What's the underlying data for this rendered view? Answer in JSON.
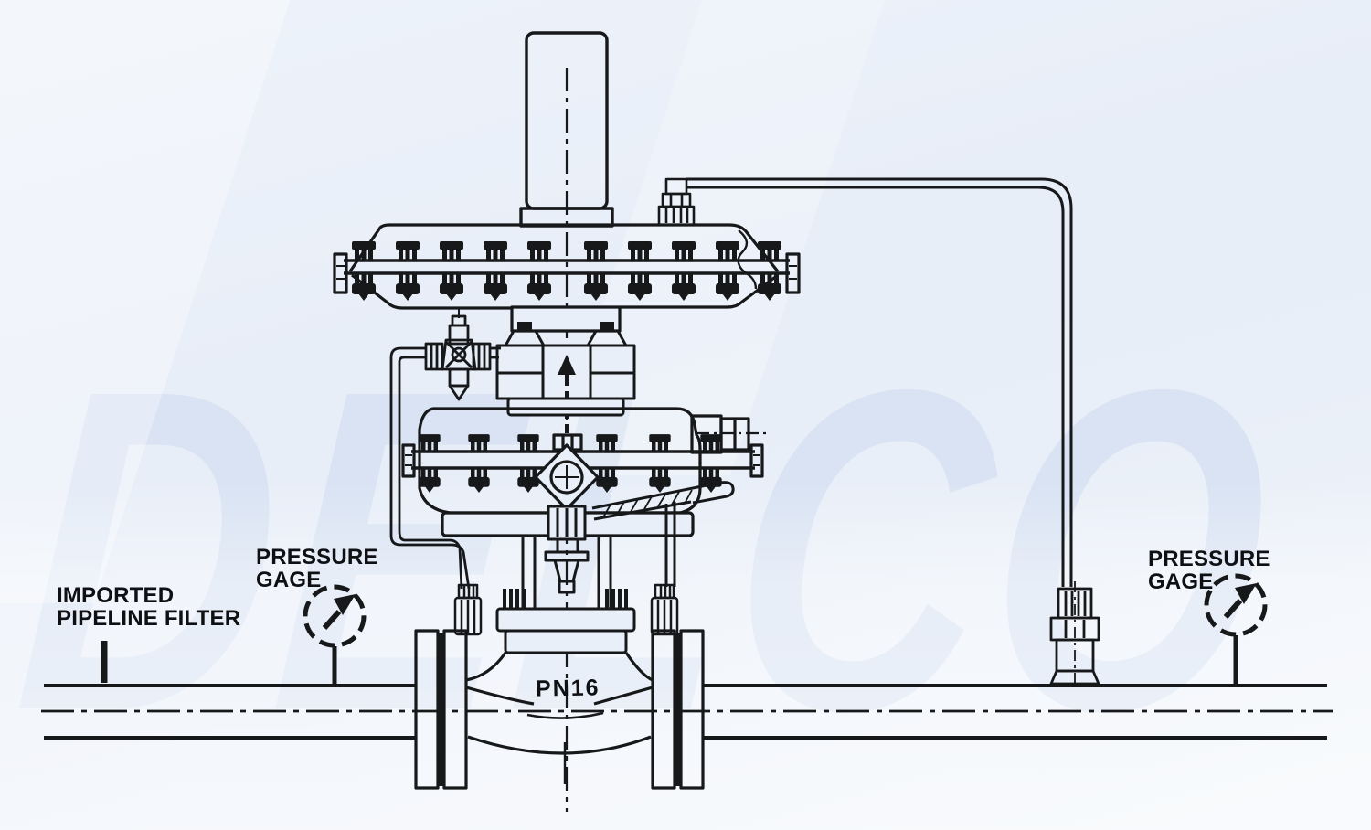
{
  "watermark": {
    "text": "DELCO"
  },
  "labels": {
    "pipeline_filter": {
      "line1": "IMPORTED",
      "line2": "PIPELINE FILTER"
    },
    "pressure_gage_left": {
      "line1": "PRESSURE",
      "line2": "GAGE"
    },
    "pressure_gage_right": {
      "line1": "PRESSURE",
      "line2": "GAGE"
    },
    "valve_rating": "PN16"
  },
  "colors": {
    "ink": "#17181a",
    "background": "#e9eff8",
    "watermark": "#d9e3f3"
  }
}
